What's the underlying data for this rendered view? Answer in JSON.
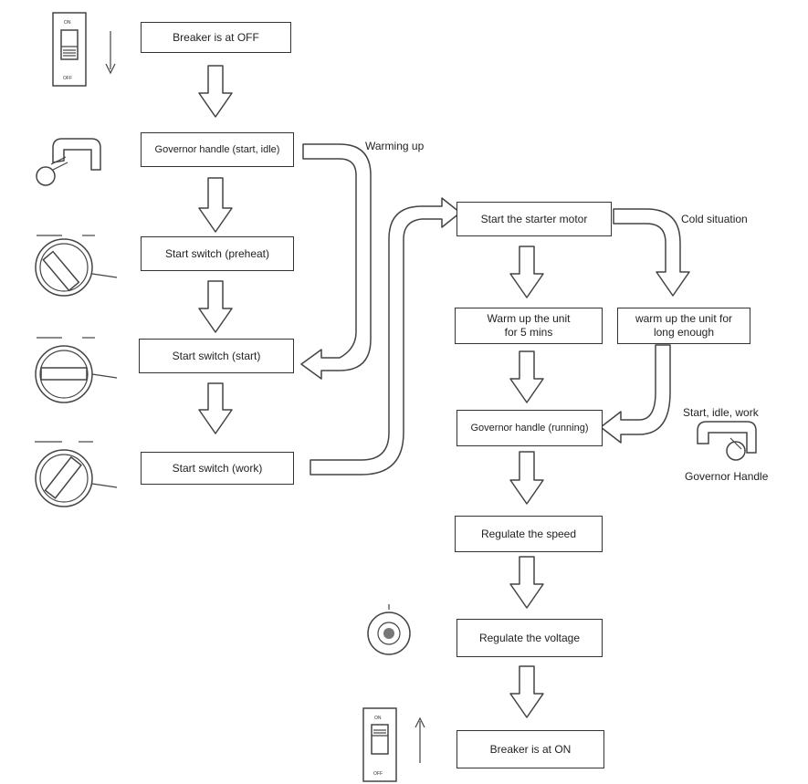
{
  "steps": {
    "breaker_off": "Breaker is at OFF",
    "governor_start_idle": "Governor handle (start, idle)",
    "start_switch_preheat": "Start switch (preheat)",
    "start_switch_start": "Start switch  (start)",
    "start_switch_work": "Start switch (work)",
    "start_starter_motor": "Start the starter motor",
    "warm_up_5": "Warm up the unit\nfor 5 mins",
    "warm_up_long": "warm up the unit for\nlong enough",
    "governor_running": "Governor handle (running)",
    "regulate_speed": "Regulate the speed",
    "regulate_voltage": "Regulate the voltage",
    "breaker_on": "Breaker is at ON"
  },
  "labels": {
    "warming_up": "Warming  up",
    "cold_situation": "Cold situation",
    "start_idle_work": "Start, idle, work",
    "governor_handle": "Governor Handle"
  },
  "switch_labels": {
    "on": "ON",
    "off": "OFF"
  },
  "colors": {
    "line": "#444444",
    "background": "#ffffff"
  },
  "icons": [
    "breaker-off-icon",
    "governor-handle-icon",
    "start-switch-preheat-icon",
    "start-switch-start-icon",
    "start-switch-work-icon",
    "governor-handle-right-icon",
    "voltage-knob-icon",
    "breaker-on-icon"
  ]
}
